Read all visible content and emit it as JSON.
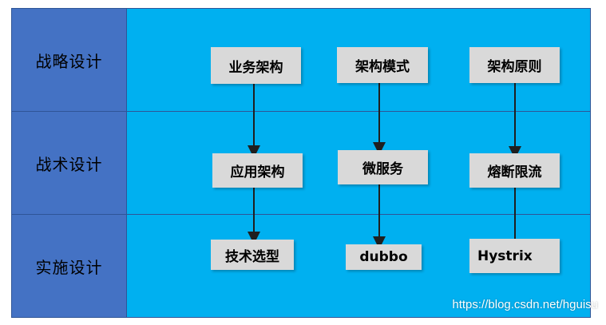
{
  "diagram": {
    "rows": [
      {
        "label": "战略设计"
      },
      {
        "label": "战术设计"
      },
      {
        "label": "实施设计"
      }
    ],
    "nodes": {
      "business_arch": "业务架构",
      "arch_pattern": "架构模式",
      "arch_principle": "架构原则",
      "app_arch": "应用架构",
      "microservice": "微服务",
      "circuit_breaker": "熔断限流",
      "tech_selection": "技术选型",
      "dubbo": "dubbo",
      "hystrix": "Hystrix"
    },
    "colors": {
      "band": "#00b0f0",
      "label_column": "#4472c4",
      "node": "#d9d9d9",
      "arrow": "#1f1f1f"
    }
  },
  "watermark": "https://blog.csdn.net/hguisu"
}
